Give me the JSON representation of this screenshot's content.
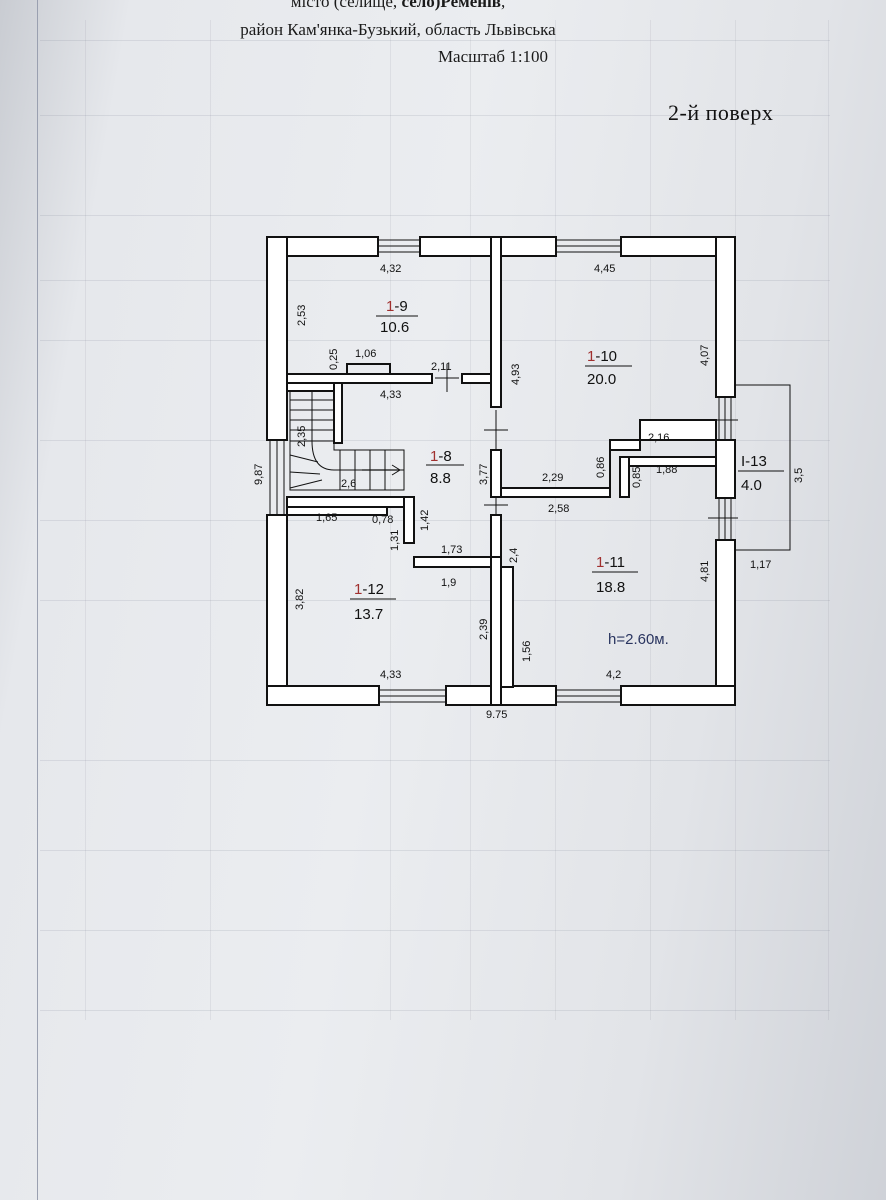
{
  "header": {
    "line1_prefix": "місто (селище, ",
    "line1_bold": "село)Ременів",
    "line1_suffix": ",",
    "line2": "район Кам'янка-Бузький, область Львівська",
    "scale": "Масштаб 1:100"
  },
  "floor_title": "2-й поверх",
  "rooms": [
    {
      "prefix": "1",
      "suffix": "-9",
      "area": "10.6"
    },
    {
      "prefix": "1",
      "suffix": "-10",
      "area": "20.0"
    },
    {
      "prefix": "1",
      "suffix": "-8",
      "area": "8.8"
    },
    {
      "prefix": "1",
      "suffix": "-11",
      "area": "18.8"
    },
    {
      "prefix": "1",
      "suffix": "-12",
      "area": "13.7"
    },
    {
      "prefix": "І",
      "suffix": "-13",
      "area": "4.0"
    }
  ],
  "ceiling_height": "h=2.60м.",
  "dimensions": {
    "d_432": "4,32",
    "d_445": "4,45",
    "d_253": "2,53",
    "d_025": "0,25",
    "d_106": "1,06",
    "d_211": "2,11",
    "d_493": "4,93",
    "d_407": "4,07",
    "d_433_top": "4,33",
    "d_235": "2,35",
    "d_26": "2,6",
    "d_987": "9,87",
    "d_377": "3,77",
    "d_216": "2,16",
    "d_229": "2,29",
    "d_086": "0,86",
    "d_085": "0,85",
    "d_188": "1,88",
    "d_35": "3,5",
    "d_258": "2,58",
    "d_165": "1,65",
    "d_078": "0,78",
    "d_142": "1,42",
    "d_131": "1,31",
    "d_173": "1,73",
    "d_24": "2,4",
    "d_19": "1,9",
    "d_382": "3,82",
    "d_239": "2,39",
    "d_156": "1,56",
    "d_481": "4,81",
    "d_117": "1,17",
    "d_433_bottom": "4,33",
    "d_42": "4,2",
    "d_975": "9.75"
  },
  "colors": {
    "ink": "#111111",
    "room_prefix": "#a0302f",
    "height_text": "#2a3560"
  }
}
